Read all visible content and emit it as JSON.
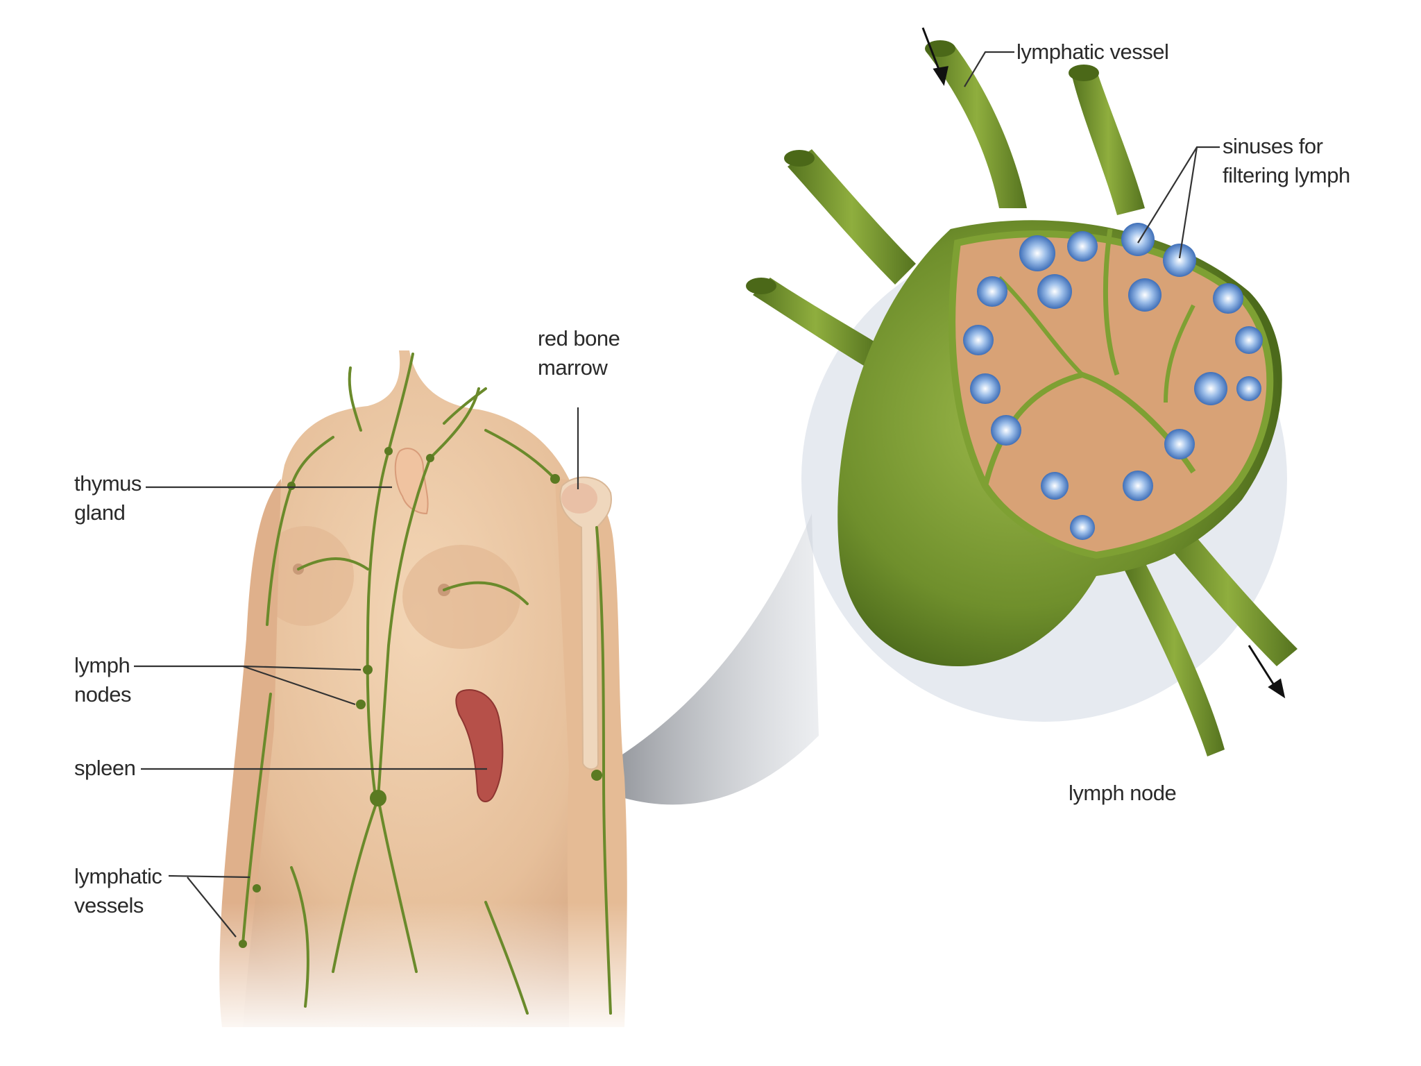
{
  "labels": {
    "thymus": [
      "thymus",
      "gland"
    ],
    "red_bone_marrow": [
      "red bone",
      "marrow"
    ],
    "lymph_nodes": [
      "lymph",
      "nodes"
    ],
    "spleen": [
      "spleen"
    ],
    "lymphatic_vessels_body": [
      "lymphatic",
      "vessels"
    ],
    "lymphatic_vessel_node": [
      "lymphatic vessel"
    ],
    "sinuses": [
      "sinuses for",
      "filtering lymph"
    ],
    "lymph_node": [
      "lymph node"
    ]
  },
  "colors": {
    "skin": "#e9c7a4",
    "skin_shadow": "#d7a781",
    "vessel_green": "#6e8f2e",
    "vessel_dark": "#4f6b1f",
    "node_green": "#7a9a34",
    "spleen_red": "#b9504c",
    "sinus_blue": "#6b96d2",
    "halo": "#e7ebf1",
    "leader_line": "#333333"
  }
}
